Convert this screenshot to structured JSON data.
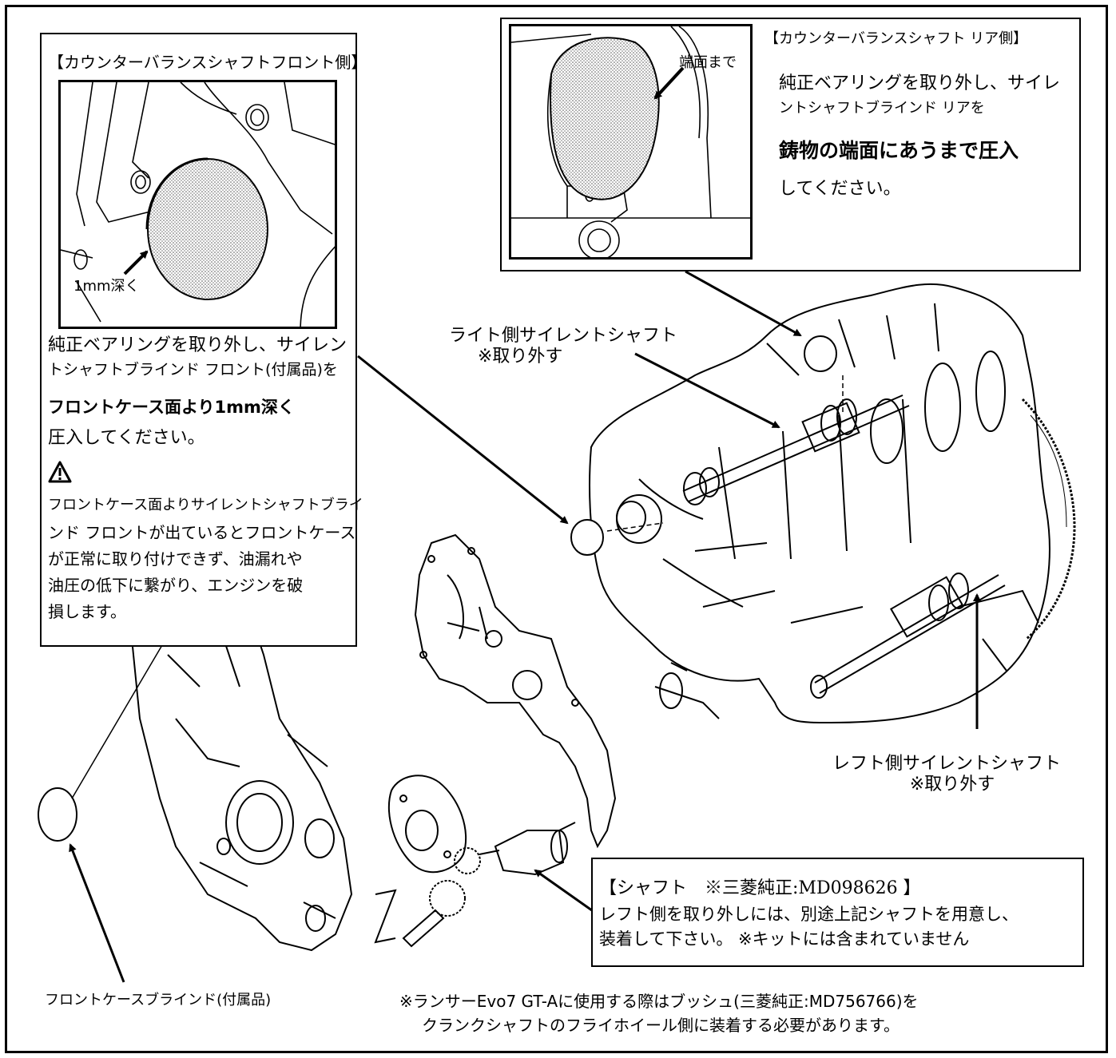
{
  "front_box": {
    "title": "【カウンターバランスシャフトフロント側】",
    "inset_label": "1mm深く",
    "body_line1": "純正ベアリングを取り外し、サイレン",
    "body_line2": "トシャフトブラインド フロント(付属品)を",
    "emphasis": "フロントケース面より1mm深く",
    "body_line3": "圧入してください。",
    "warning_icon": "warning-triangle-icon",
    "warn_line1": "フロントケース面よりサイレントシャフトブライ",
    "warn_line2": "ンド フロントが出ているとフロントケース",
    "warn_line3": "が正常に取り付けできず、油漏れや",
    "warn_line4": "油圧の低下に繋がり、エンジンを破",
    "warn_line5": "損します。"
  },
  "rear_box": {
    "inset_label": "端面まで",
    "title": "【カウンターバランスシャフト リア側】",
    "body_line1": "純正ベアリングを取り外し、サイレ",
    "body_line2": "ントシャフトブラインド リアを",
    "emphasis": "鋳物の端面にあうまで圧入",
    "body_line3": "してください。"
  },
  "labels": {
    "right_shaft_line1": "ライト側サイレントシャフト",
    "right_shaft_line2": "※取り外す",
    "left_shaft_line1": "レフト側サイレントシャフト",
    "left_shaft_line2": "※取り外す",
    "front_case_blind": "フロントケースブラインド(付属品)"
  },
  "shaft_box": {
    "title": "【シャフト　※三菱純正:MD098626 】",
    "line1": "レフト側を取り外しには、別途上記シャフトを用意し、",
    "line2": "装着して下さい。 ※キットには含まれていません"
  },
  "footer": {
    "line1": "※ランサーEvo7 GT-Aに使用する際はブッシュ(三菱純正:MD756766)を",
    "line2": "クランクシャフトのフライホイール側に装着する必要があります。"
  }
}
